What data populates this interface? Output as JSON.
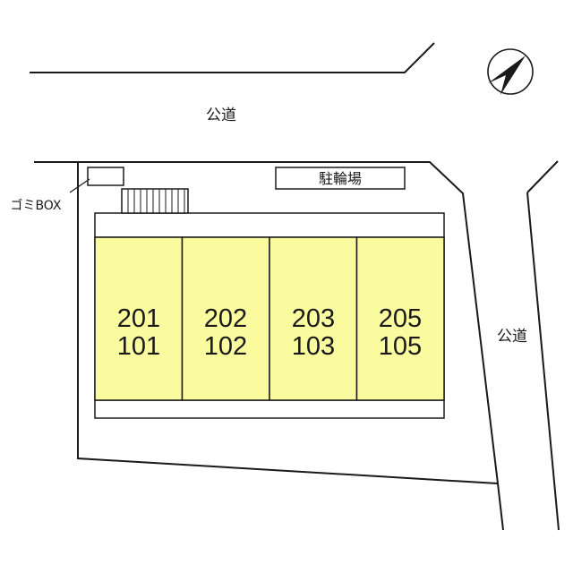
{
  "labels": {
    "public_road_top": "公道",
    "public_road_right": "公道",
    "garbage_box": "ゴミBOX",
    "bicycle_parking": "駐輪場"
  },
  "units": [
    {
      "upper": "201",
      "lower": "101"
    },
    {
      "upper": "202",
      "lower": "102"
    },
    {
      "upper": "203",
      "lower": "103"
    },
    {
      "upper": "205",
      "lower": "105"
    }
  ],
  "colors": {
    "unit_fill": "#fafa9e",
    "line": "#1a1a1a",
    "background": "#ffffff"
  },
  "icons": {
    "north_arrow": "compass-arrow-icon"
  }
}
